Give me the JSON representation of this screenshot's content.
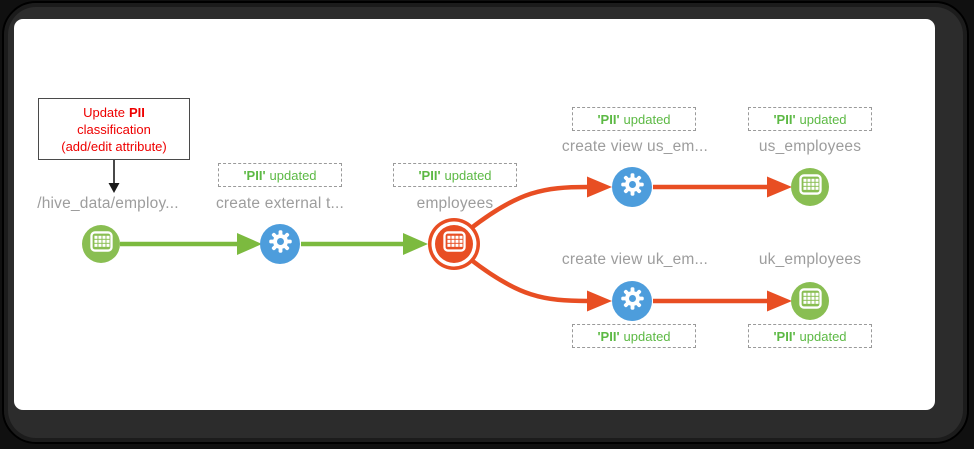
{
  "diagram": {
    "annotation": {
      "line1_prefix": "Update",
      "line1_bold": "PII",
      "line2": "classification",
      "line3": "(add/edit attribute)"
    },
    "pii_badge": {
      "tag": "'PII'",
      "suffix": "updated"
    },
    "nodes": {
      "hive_dir": {
        "label": "/hive_data/employ...",
        "type": "dataset"
      },
      "create_external": {
        "label": "create external t...",
        "type": "operation"
      },
      "employees": {
        "label": "employees",
        "type": "dataset",
        "selected": true
      },
      "create_view_us": {
        "label": "create view us_em...",
        "type": "operation"
      },
      "us_employees": {
        "label": "us_employees",
        "type": "dataset"
      },
      "create_view_uk": {
        "label": "create view uk_em...",
        "type": "operation"
      },
      "uk_employees": {
        "label": "uk_employees",
        "type": "dataset"
      }
    },
    "colors": {
      "dataset_green": "#89BE52",
      "operation_blue": "#4D9DDC",
      "highlight_red": "#E84E23",
      "edge_green": "#7CBA3F",
      "label_gray": "#9d9d9d",
      "badge_green": "#5cb944",
      "annotation_red": "#ee0000"
    }
  }
}
